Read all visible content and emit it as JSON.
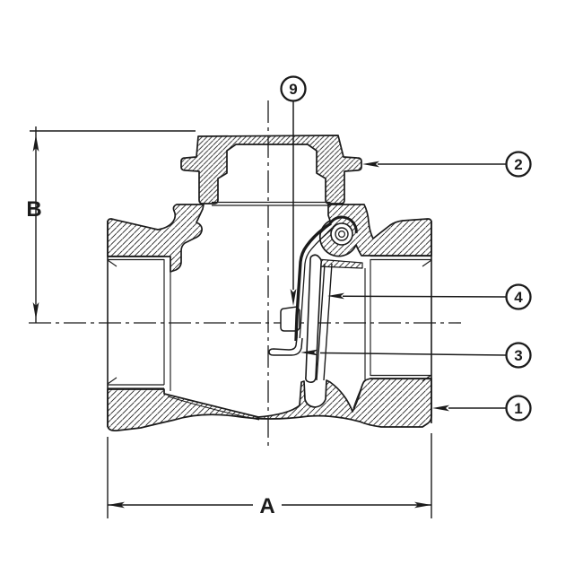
{
  "drawing": {
    "background_color": "#ffffff",
    "line_color": "#1b1b1b",
    "dimensions": {
      "width_label": "A",
      "height_label": "B"
    },
    "callouts": [
      {
        "number": "9"
      },
      {
        "number": "2"
      },
      {
        "number": "4"
      },
      {
        "number": "3"
      },
      {
        "number": "1"
      }
    ]
  }
}
